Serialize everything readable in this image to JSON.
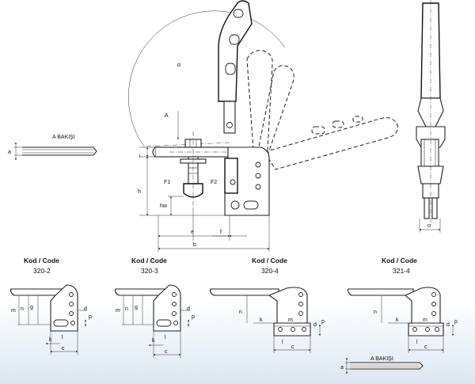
{
  "view_label": "A BAKIŞI",
  "main": {
    "a": "a",
    "A": "A",
    "alpha": "α",
    "i": "i",
    "h": "h",
    "hw": "hw",
    "F1": "F1",
    "F2": "F2",
    "e": "e",
    "f": "f",
    "b": "b",
    "o": "o"
  },
  "variants": [
    {
      "header": "Kod / Code",
      "code": "320-2"
    },
    {
      "header": "Kod / Code",
      "code": "320-3"
    },
    {
      "header": "Kod / Code",
      "code": "320-4"
    },
    {
      "header": "Kod / Code",
      "code": "321-4"
    }
  ],
  "dims": {
    "m": "m",
    "n": "n",
    "g": "g",
    "d": "d",
    "p": "p",
    "k": "k",
    "l": "l",
    "c": "c"
  }
}
